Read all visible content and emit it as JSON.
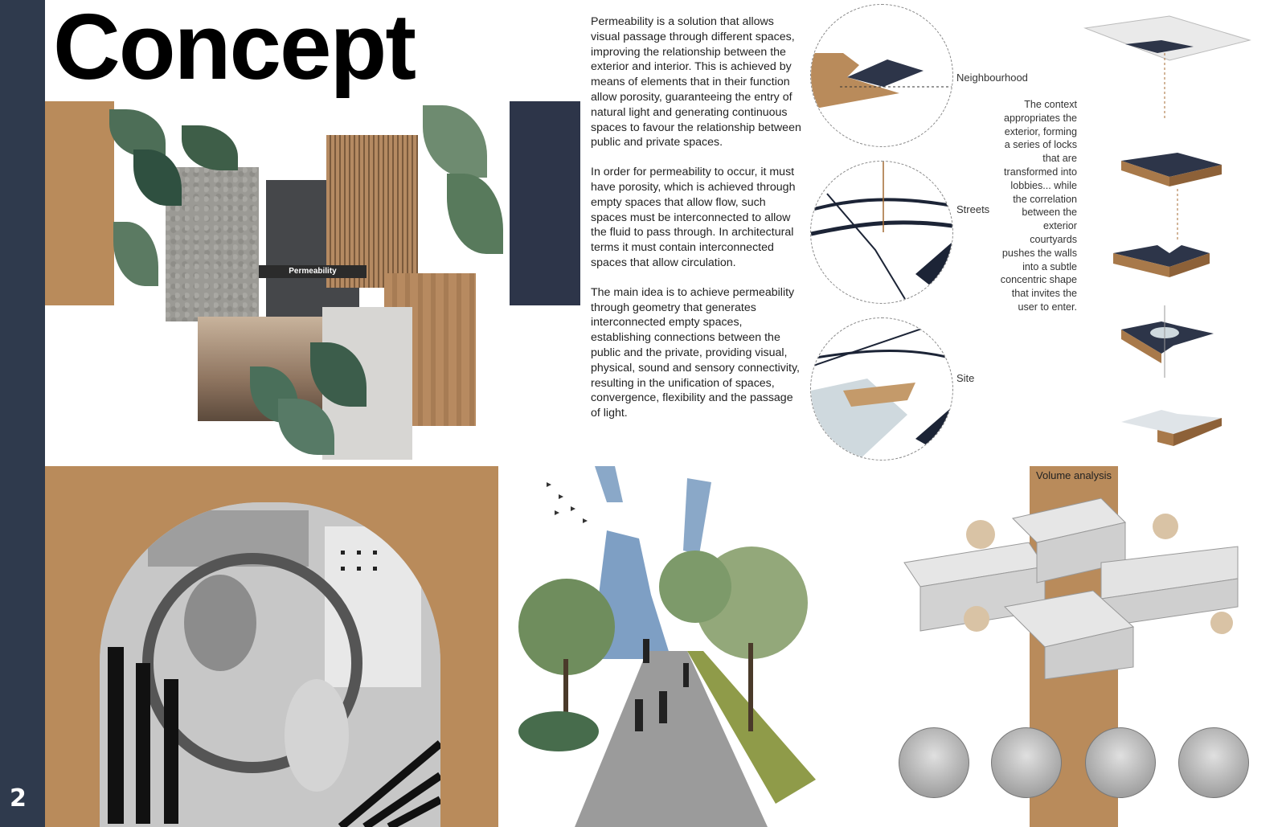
{
  "page": {
    "title": "Concept",
    "page_number": "2"
  },
  "colors": {
    "sidebar": "#2f3a4d",
    "ochre": "#b98b5b",
    "navy": "#2d3549"
  },
  "moodboard": {
    "label": "Permeability"
  },
  "text": {
    "p1": "Permeability is a solution that allows visual passage through different spaces, improving the relationship between the exterior and interior. This is achieved by means of elements that in their function allow porosity, guaranteeing the entry of natural light and generating continuous spaces to favour the relationship between public and private spaces.",
    "p2": "In order for permeability to occur, it must have porosity, which is achieved through empty spaces that allow flow, such spaces must be interconnected to allow the fluid to pass through. In architectural terms it must contain interconnected spaces that allow circulation.",
    "p3": "The main idea is to achieve permeability through geometry that generates interconnected empty spaces, establishing connections between the public and the private, providing visual, physical, sound and sensory connectivity, resulting in the unification of spaces, convergence, flexibility and the passage of light."
  },
  "scales": {
    "neighbourhood": "Neighbourhood",
    "streets": "Streets",
    "site": "Site"
  },
  "context": {
    "text": "The context appropriates the exterior, forming a series of locks that are transformed into lobbies... while the correlation between the exterior courtyards pushes the walls into a subtle concentric shape that invites the user to enter."
  },
  "volume": {
    "label": "Volume analysis"
  }
}
